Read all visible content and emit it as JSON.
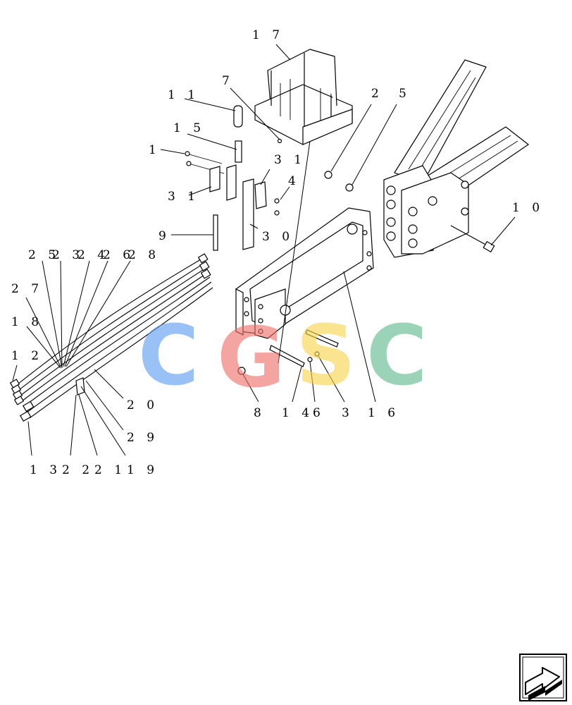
{
  "diagram": {
    "callouts": [
      {
        "id": "c17",
        "text": "1 7"
      },
      {
        "id": "c7",
        "text": "7"
      },
      {
        "id": "c11",
        "text": "1 1"
      },
      {
        "id": "c15",
        "text": "1 5"
      },
      {
        "id": "c1",
        "text": "1"
      },
      {
        "id": "c31a",
        "text": "3 1"
      },
      {
        "id": "c4",
        "text": "4"
      },
      {
        "id": "c31b",
        "text": "3 1"
      },
      {
        "id": "c9",
        "text": "9"
      },
      {
        "id": "c30",
        "text": "3 0"
      },
      {
        "id": "c2",
        "text": "2"
      },
      {
        "id": "c5",
        "text": "5"
      },
      {
        "id": "c10",
        "text": "1 0"
      },
      {
        "id": "c25",
        "text": "2 5"
      },
      {
        "id": "c23",
        "text": "2 3"
      },
      {
        "id": "c24",
        "text": "2 4"
      },
      {
        "id": "c26",
        "text": "2 6"
      },
      {
        "id": "c28",
        "text": "2 8"
      },
      {
        "id": "c27",
        "text": "2 7"
      },
      {
        "id": "c18",
        "text": "1 8"
      },
      {
        "id": "c12",
        "text": "1 2"
      },
      {
        "id": "c20",
        "text": "2 0"
      },
      {
        "id": "c29",
        "text": "2 9"
      },
      {
        "id": "c13",
        "text": "1 3"
      },
      {
        "id": "c22",
        "text": "2 2"
      },
      {
        "id": "c21",
        "text": "2 1"
      },
      {
        "id": "c19",
        "text": "1 9"
      },
      {
        "id": "c8",
        "text": "8"
      },
      {
        "id": "c14",
        "text": "1 4"
      },
      {
        "id": "c6",
        "text": "6"
      },
      {
        "id": "c3",
        "text": "3"
      },
      {
        "id": "c16",
        "text": "1 6"
      }
    ]
  },
  "watermark": {
    "letters": [
      "C",
      "G",
      "S",
      "C"
    ],
    "colors": [
      "#5b9cf0",
      "#ef6f68",
      "#f7d44c",
      "#5fb98d"
    ]
  },
  "nav": {
    "icon": "arrow-icon"
  }
}
